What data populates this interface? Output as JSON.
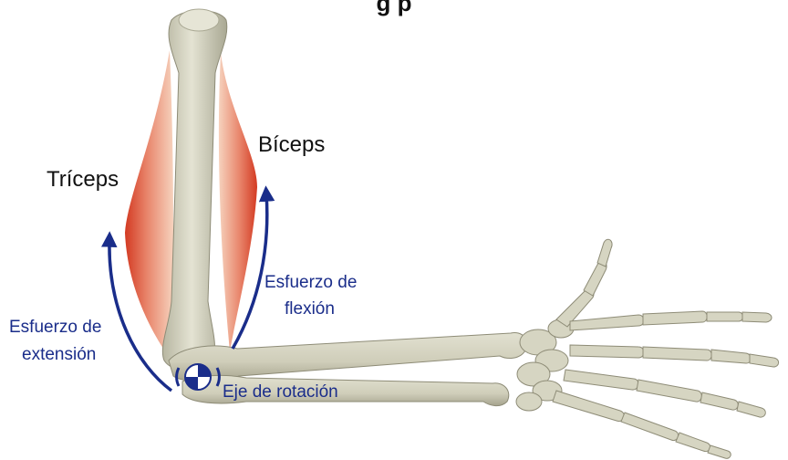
{
  "title": "g                                             p",
  "labels": {
    "biceps": "Bíceps",
    "triceps": "Tríceps",
    "flexion_line1": "Esfuerzo de",
    "flexion_line2": "flexión",
    "extension_line1": "Esfuerzo de",
    "extension_line2": "extensión",
    "axis": "Eje de rotación"
  },
  "colors": {
    "bone": "#d9d8c6",
    "bone_shadow": "#a9a893",
    "muscle": "#d9452e",
    "muscle_light": "#f2c2a8",
    "arrow": "#1a2d8a"
  }
}
